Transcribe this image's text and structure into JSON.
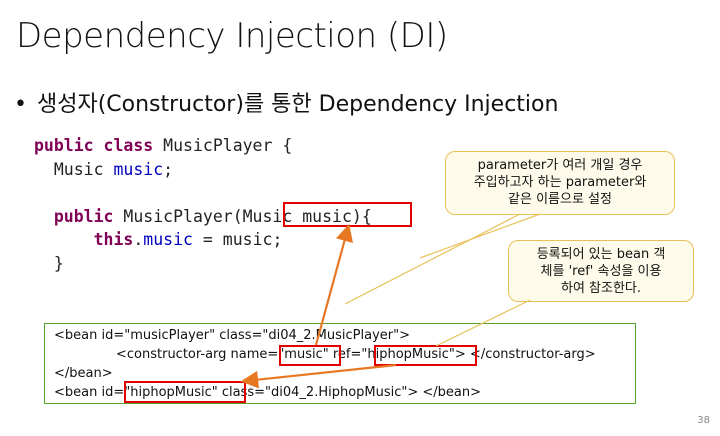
{
  "title": "Dependency Injection (DI)",
  "bullet": "생성자(Constructor)를 통한 Dependency Injection",
  "code": {
    "line1": {
      "kw": "public class",
      "rest": " MusicPlayer {"
    },
    "line2": {
      "type": "Music",
      "field": "music",
      "rest": ";"
    },
    "line3": {
      "kw": "public",
      "rest": " MusicPlayer(",
      "param": "Music music",
      "end": "){"
    },
    "line4": {
      "kw": "this",
      "dot": ".",
      "field": "music",
      "rest": " = music;"
    },
    "line5": "}"
  },
  "callouts": {
    "c1": [
      "parameter가 여러 개일 경우",
      "주입하고자 하는 parameter와",
      "같은 이름으로 설정"
    ],
    "c2": [
      "등록되어 있는 bean 객",
      "체를 'ref' 속성을 이용",
      "하여 참조한다."
    ]
  },
  "xml": {
    "line1": "<bean id=\"musicPlayer\" class=\"di04_2.MusicPlayer\">",
    "line2a": "<constructor-arg name=",
    "line2_name": "\"music\"",
    "line2b": " ref=",
    "line2_ref": "\"hiphopMusic\"",
    "line2c": "> </constructor-arg>",
    "line3": "</bean>",
    "line4a": "<bean id=",
    "line4_id": "\"hiphopMusic\"",
    "line4b": " class=\"di04_2.HiphopMusic\"> </bean>"
  },
  "page_number": "38",
  "colors": {
    "highlight": "#e00000",
    "arrow": "#e87722",
    "callout_border": "#e8c15a",
    "box_border": "#5aa02c",
    "keyword": "#7f0055",
    "field": "#0000c0"
  }
}
